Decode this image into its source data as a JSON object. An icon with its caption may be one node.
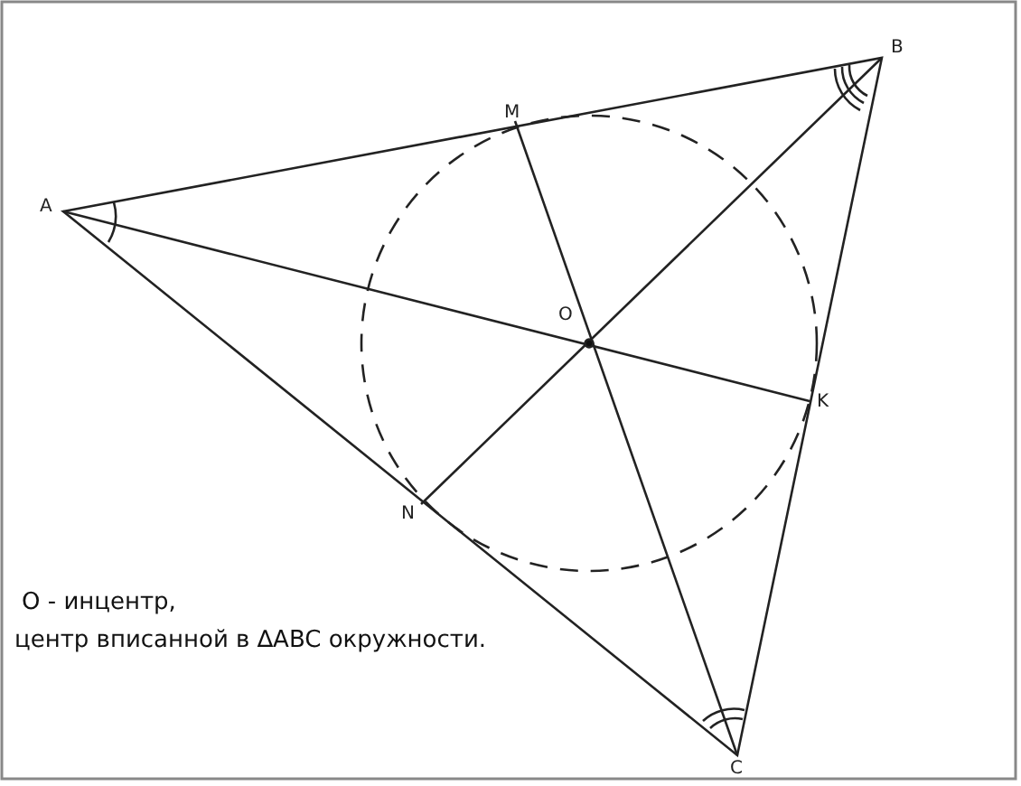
{
  "diagram": {
    "labels": [
      "B",
      "M",
      "A",
      "O",
      "K",
      "N",
      "O - инцентр,",
      "центр вписанной в ∆ABC окружности.",
      "C"
    ]
  }
}
